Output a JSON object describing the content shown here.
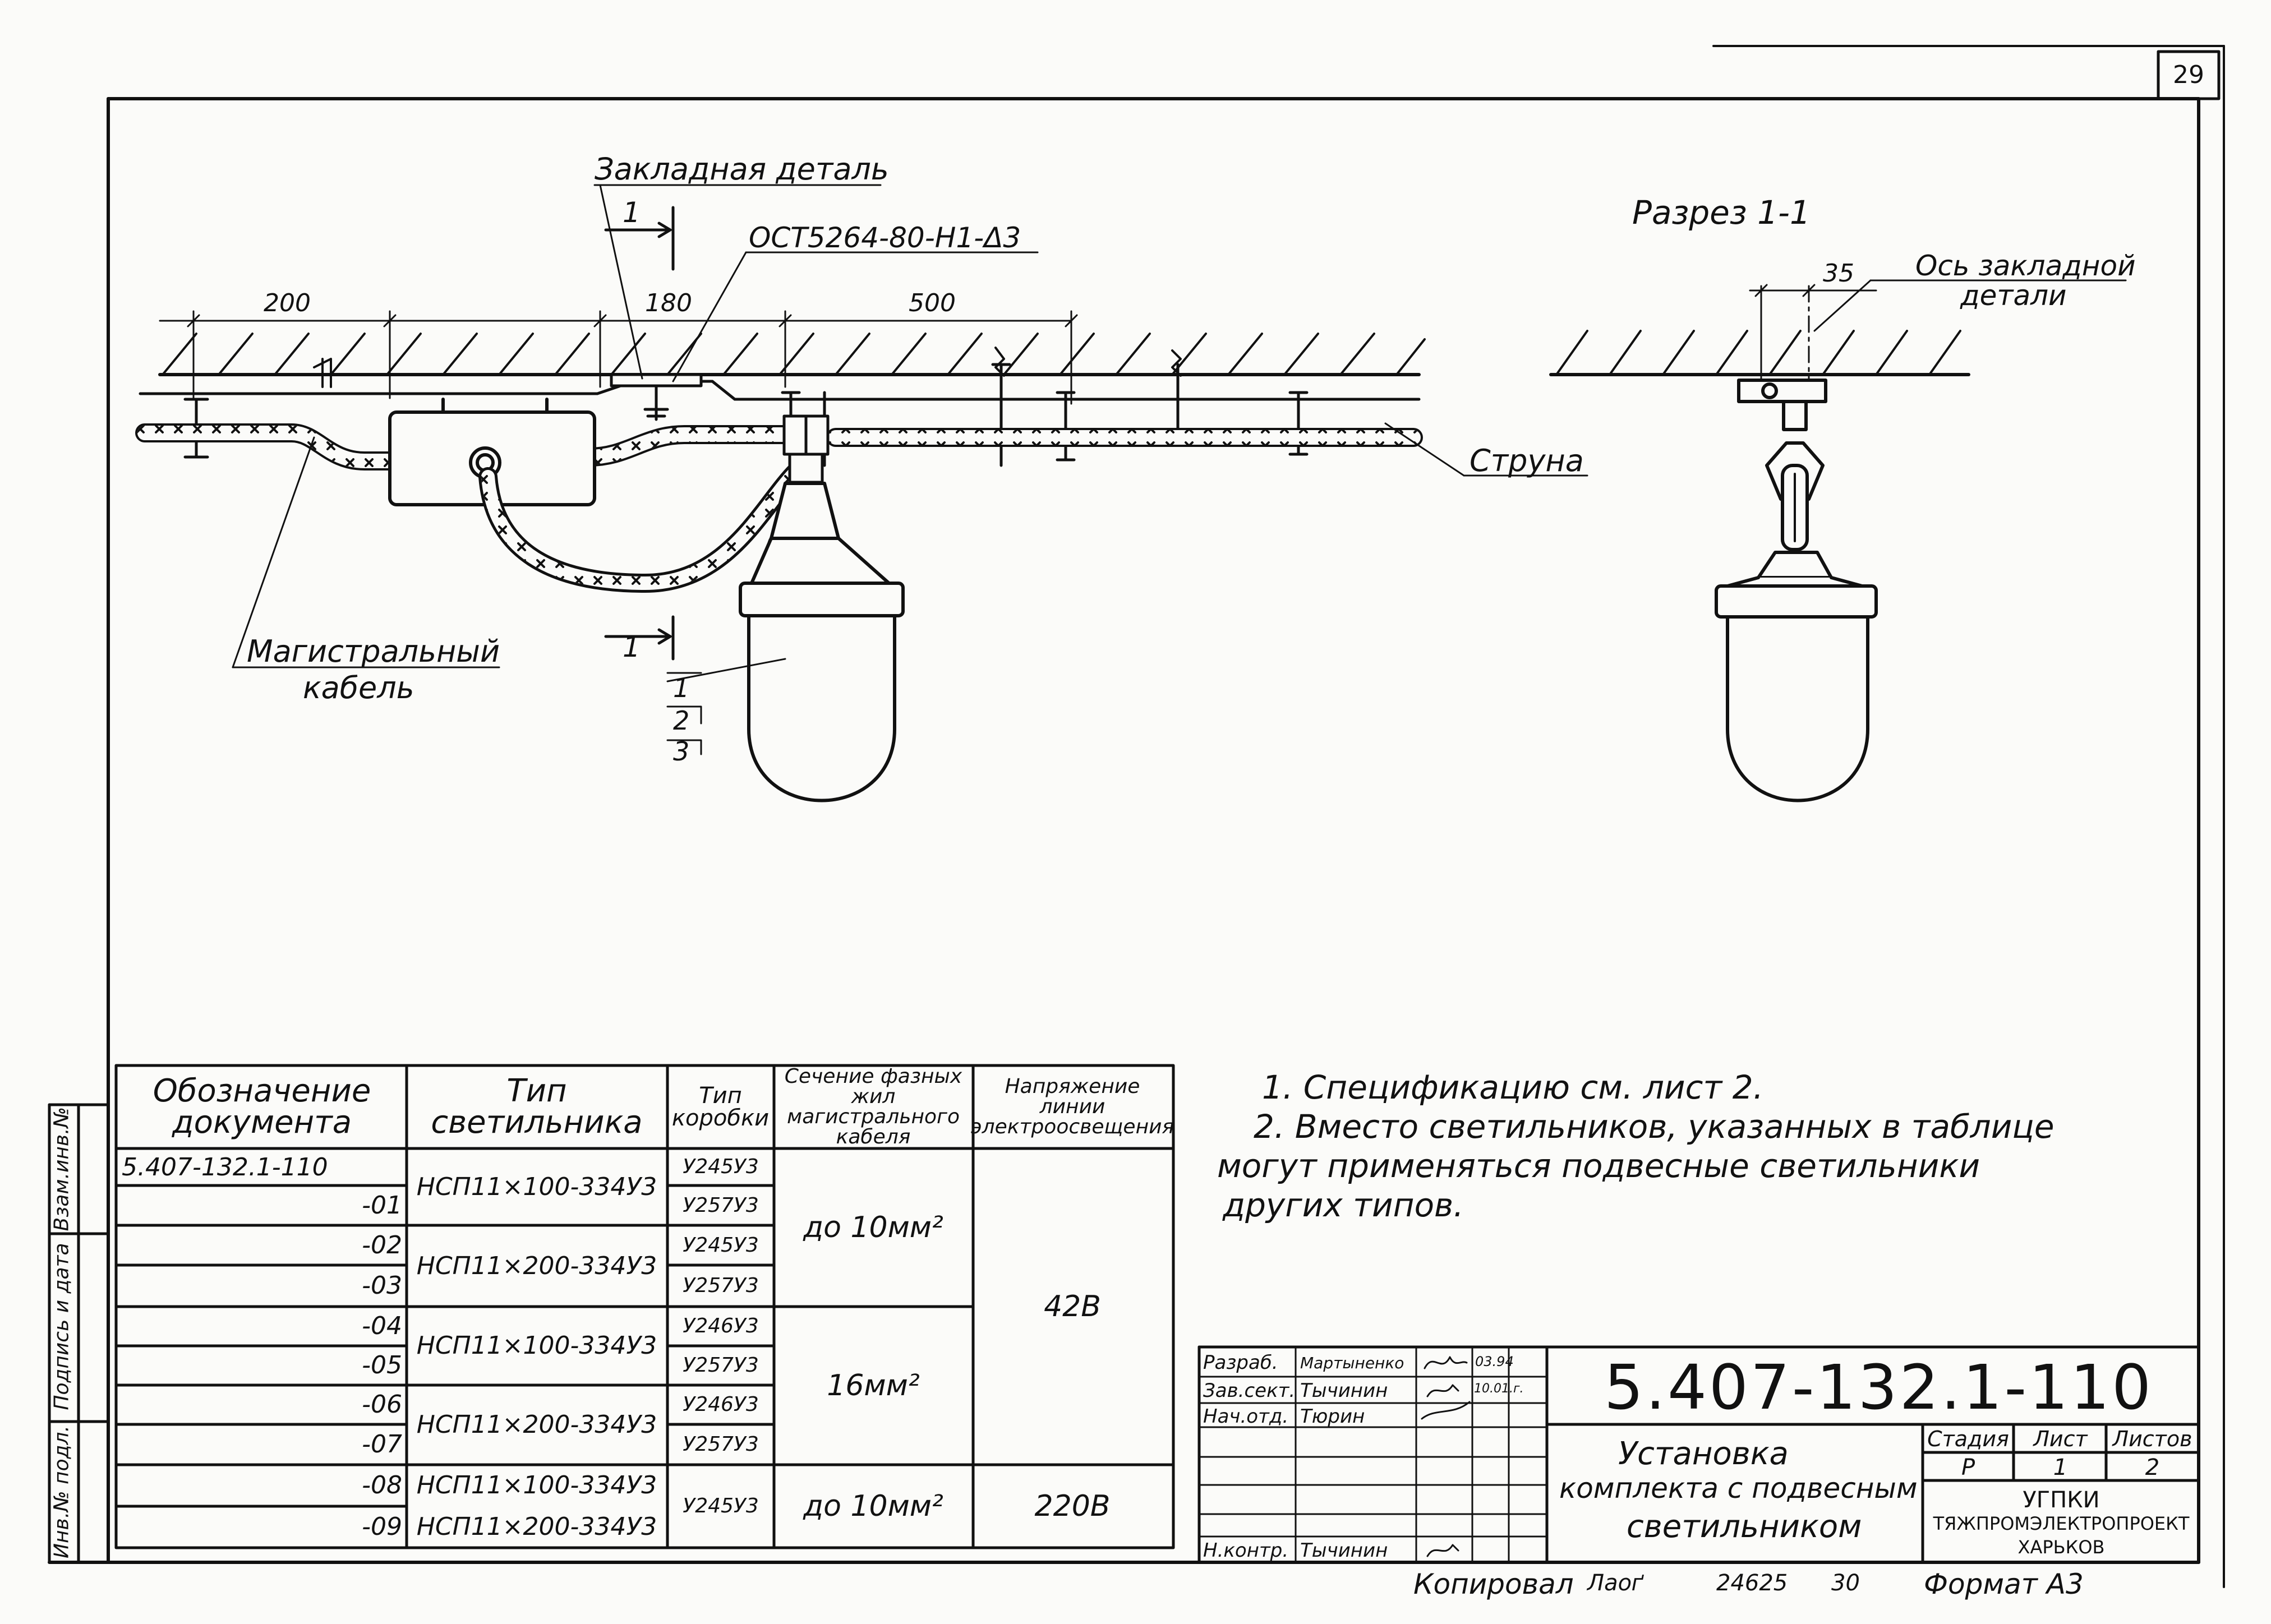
{
  "sheet_number": "29",
  "labels": {
    "embedded_part": "Закладная деталь",
    "ost": "ОСТ5264-80-Н1-Δ3",
    "section_mark": "1",
    "section_title": "Разрез 1-1",
    "axis_label_1": "Ось закладной",
    "axis_label_2": "детали",
    "string": "Струна",
    "main_cable_1": "Магистральный",
    "main_cable_2": "кабель",
    "pos_1": "1",
    "pos_2": "2",
    "pos_3": "3"
  },
  "dimensions": {
    "d200": "200",
    "d180": "180",
    "d500": "500",
    "d35": "35"
  },
  "table": {
    "headers": {
      "designation": "Обозначение документа",
      "lamp_type": "Тип светильника",
      "box_type": "Тип коробки",
      "cable_section": "Сечение фазных жил магистрального кабеля",
      "voltage": "Напряжение линии электроосвещения"
    },
    "rows": [
      "5.407-132.1-110",
      "-01",
      "-02",
      "-03",
      "-04",
      "-05",
      "-06",
      "-07",
      "-08",
      "-09"
    ],
    "lamps": [
      "НСП11×100-334У3",
      "НСП11×200-334У3",
      "НСП11×100-334У3",
      "НСП11×200-334У3",
      "НСП11×100-334У3",
      "НСП11×200-334У3"
    ],
    "boxes": [
      "У245У3",
      "У257У3",
      "У245У3",
      "У257У3",
      "У246У3",
      "У257У3",
      "У246У3",
      "У257У3",
      "У245У3"
    ],
    "sections": [
      "до 10мм²",
      "16мм²",
      "до 10мм²"
    ],
    "voltages": [
      "42В",
      "220В"
    ]
  },
  "notes": {
    "n1": "1. Спецификацию см. лист 2.",
    "n2a": "2. Вместо светильников, указанных в таблице",
    "n2b": "могут применяться подвесные светильники",
    "n2c": "других типов."
  },
  "side_stamps": [
    "Взам.инв.№",
    "Подпись и дата",
    "Инв.№ подл."
  ],
  "title_block": {
    "doc_number": "5.407-132.1-110",
    "roles": [
      "Разраб.",
      "Зав.сект.",
      "Нач.отд.",
      "Н.контр."
    ],
    "names": [
      "Мартыненко",
      "Тычинин",
      "Тюрин",
      "Тычинин"
    ],
    "dates": [
      "03.94",
      "10.01.г."
    ],
    "title_1": "Установка",
    "title_2": "комплекта с подвесным",
    "title_3": "светильником",
    "stage_label": "Стадия",
    "sheet_label": "Лист",
    "sheets_label": "Листов",
    "stage": "Р",
    "sheet": "1",
    "sheets": "2",
    "org_1": "УГПКИ",
    "org_2": "ТЯЖПРОМЭЛЕКТРОПРОЕКТ",
    "org_3": "ХАРЬКОВ"
  },
  "footer": {
    "copied": "Копировал",
    "copier": "Лаоґ",
    "order": "24625",
    "num": "30",
    "format": "Формат А3"
  }
}
